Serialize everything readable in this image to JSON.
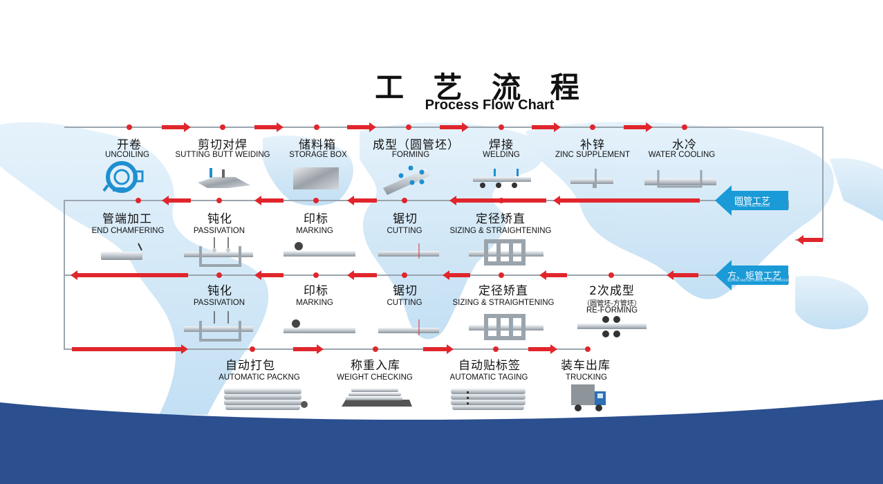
{
  "title_cn": "工 艺 流 程",
  "title_en": "Process Flow Chart",
  "colors": {
    "arrow": "#e0262c",
    "line": "#9aa4ad",
    "map": "#cfe6f6",
    "footer": "#2b4f8f",
    "badge": "#1a9ad6",
    "icon": "#1e8fcf"
  },
  "row1": [
    {
      "cn": "开卷",
      "en": "UNCOILING",
      "icon": "uncoiler-icon"
    },
    {
      "cn": "剪切对焊",
      "en": "SUTTING BUTT WEIDING",
      "icon": "butt-weld-icon"
    },
    {
      "cn": "储料箱",
      "en": "STORAGE BOX",
      "icon": "storage-box-icon"
    },
    {
      "cn": "成型（圆管坯）",
      "en": "FORMING",
      "icon": "forming-icon"
    },
    {
      "cn": "焊接",
      "en": "WELDING",
      "icon": "welding-icon"
    },
    {
      "cn": "补锌",
      "en": "ZINC SUPPLEMENT",
      "icon": "zinc-icon"
    },
    {
      "cn": "水冷",
      "en": "WATER COOLING",
      "icon": "water-cooling-icon"
    }
  ],
  "row2": [
    {
      "cn": "管端加工",
      "en": "END CHAMFERING",
      "icon": "chamfer-icon"
    },
    {
      "cn": "钝化",
      "en": "PASSIVATION",
      "icon": "passivation-icon"
    },
    {
      "cn": "印标",
      "en": "MARKING",
      "icon": "marking-icon"
    },
    {
      "cn": "锯切",
      "en": "CUTTING",
      "icon": "saw-icon"
    },
    {
      "cn": "定径矫直",
      "en": "SIZING & STRAIGHTENING",
      "icon": "sizing-icon"
    }
  ],
  "row3": [
    {
      "cn": "钝化",
      "en": "PASSIVATION",
      "icon": "passivation-icon"
    },
    {
      "cn": "印标",
      "en": "MARKING",
      "icon": "marking-icon"
    },
    {
      "cn": "锯切",
      "en": "CUTTING",
      "icon": "saw-icon"
    },
    {
      "cn": "定径矫直",
      "en": "SIZING & STRAIGHTENING",
      "icon": "sizing-icon"
    },
    {
      "cn": "2次成型",
      "sub": "（圆管坯-方管坯）",
      "en": "RE-FORMING",
      "icon": "reforming-icon"
    }
  ],
  "row4": [
    {
      "cn": "自动打包",
      "en": "AUTOMATIC PACKNG",
      "icon": "bundle-icon"
    },
    {
      "cn": "称重入库",
      "en": "WEIGHT CHECKING",
      "icon": "scale-icon"
    },
    {
      "cn": "自动贴标签",
      "en": "AUTOMATIC TAGING",
      "icon": "label-icon"
    },
    {
      "cn": "装车出库",
      "en": "TRUCKING",
      "icon": "truck-icon"
    }
  ],
  "badges": {
    "round": {
      "cn": "圆管工艺",
      "en": "ROUND TUBE PROCESS"
    },
    "square": {
      "cn": "方、矩管工艺",
      "en": "SQUARE AND RECTANGULAR TUBE PROCESS"
    }
  }
}
